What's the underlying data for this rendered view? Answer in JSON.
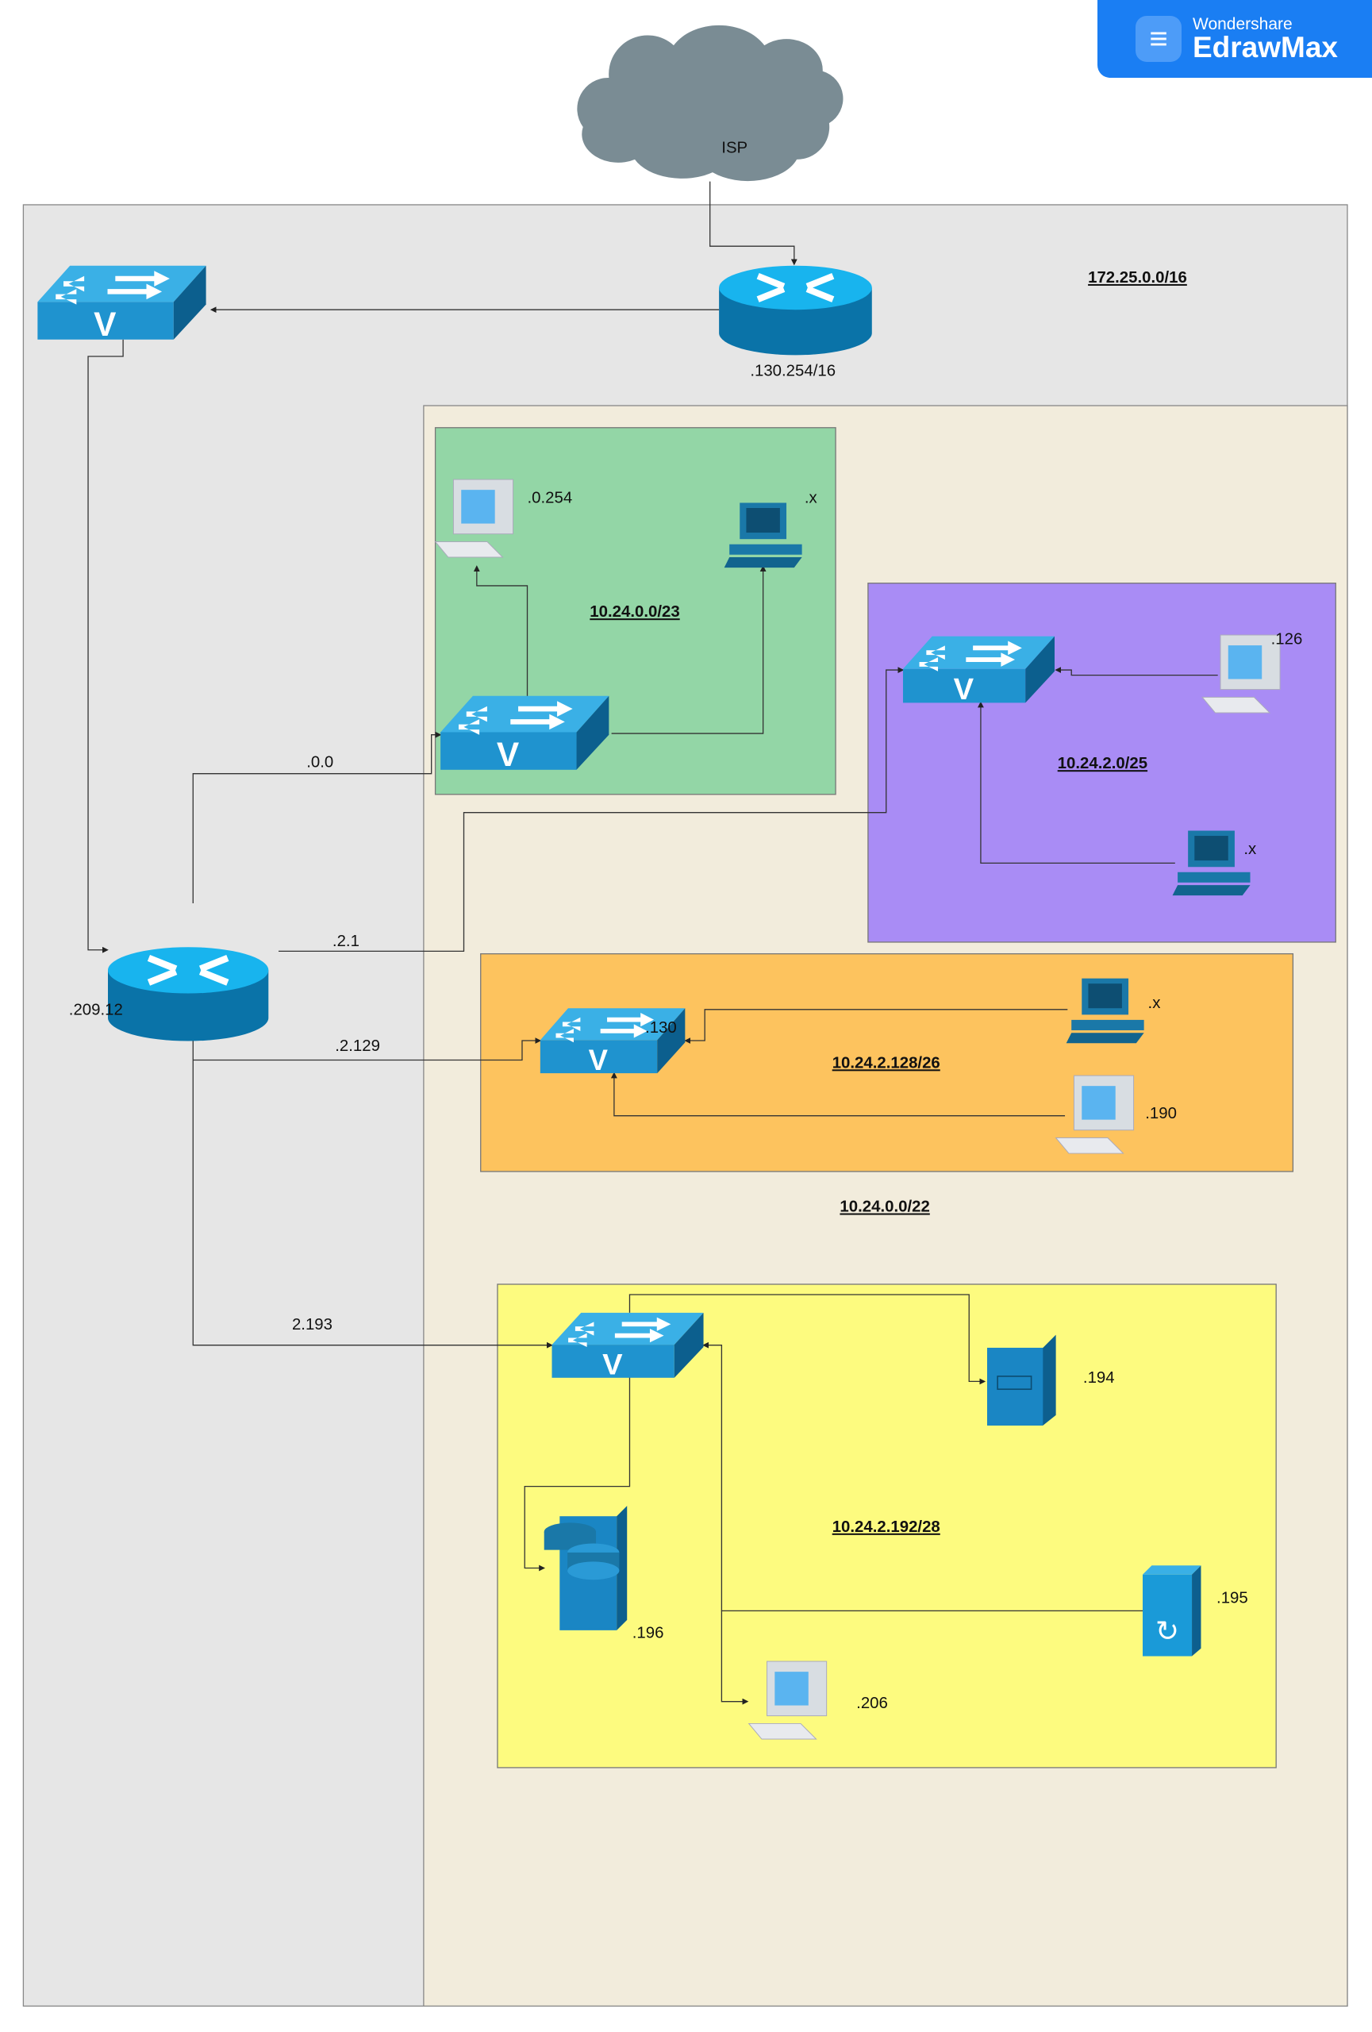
{
  "brand": {
    "company": "Wondershare",
    "product": "EdrawMax"
  },
  "cloud": {
    "label": "ISP"
  },
  "networks": {
    "outer": "172.25.0.0/16",
    "inner": "10.24.0.0/22",
    "green": "10.24.0.0/23",
    "purple": "10.24.2.0/25",
    "orange": "10.24.2.128/26",
    "yellow": "10.24.2.192/28"
  },
  "colors": {
    "outer": "#e6e6e6",
    "inner": "#f2ecdc",
    "green": "#93d6a6",
    "purple": "#a98cf5",
    "orange": "#fdc35e",
    "yellow": "#fdfb7f",
    "device": "#1f9fd8"
  },
  "labels": {
    "edge_router": ".130.254/16",
    "core_router": ".209.12",
    "link_green": ".0.0",
    "link_purple": ".2.1",
    "link_orange": ".2.129",
    "link_yellow": "2.193",
    "green_pc": ".0.254",
    "green_ws": ".x",
    "purple_pc": ".126",
    "purple_ws": ".x",
    "orange_switch": ".130",
    "orange_ws": ".x",
    "orange_pc": ".190",
    "yellow_fileserver": ".194",
    "yellow_syncserver": ".195",
    "yellow_db": ".196",
    "yellow_pc": ".206"
  }
}
